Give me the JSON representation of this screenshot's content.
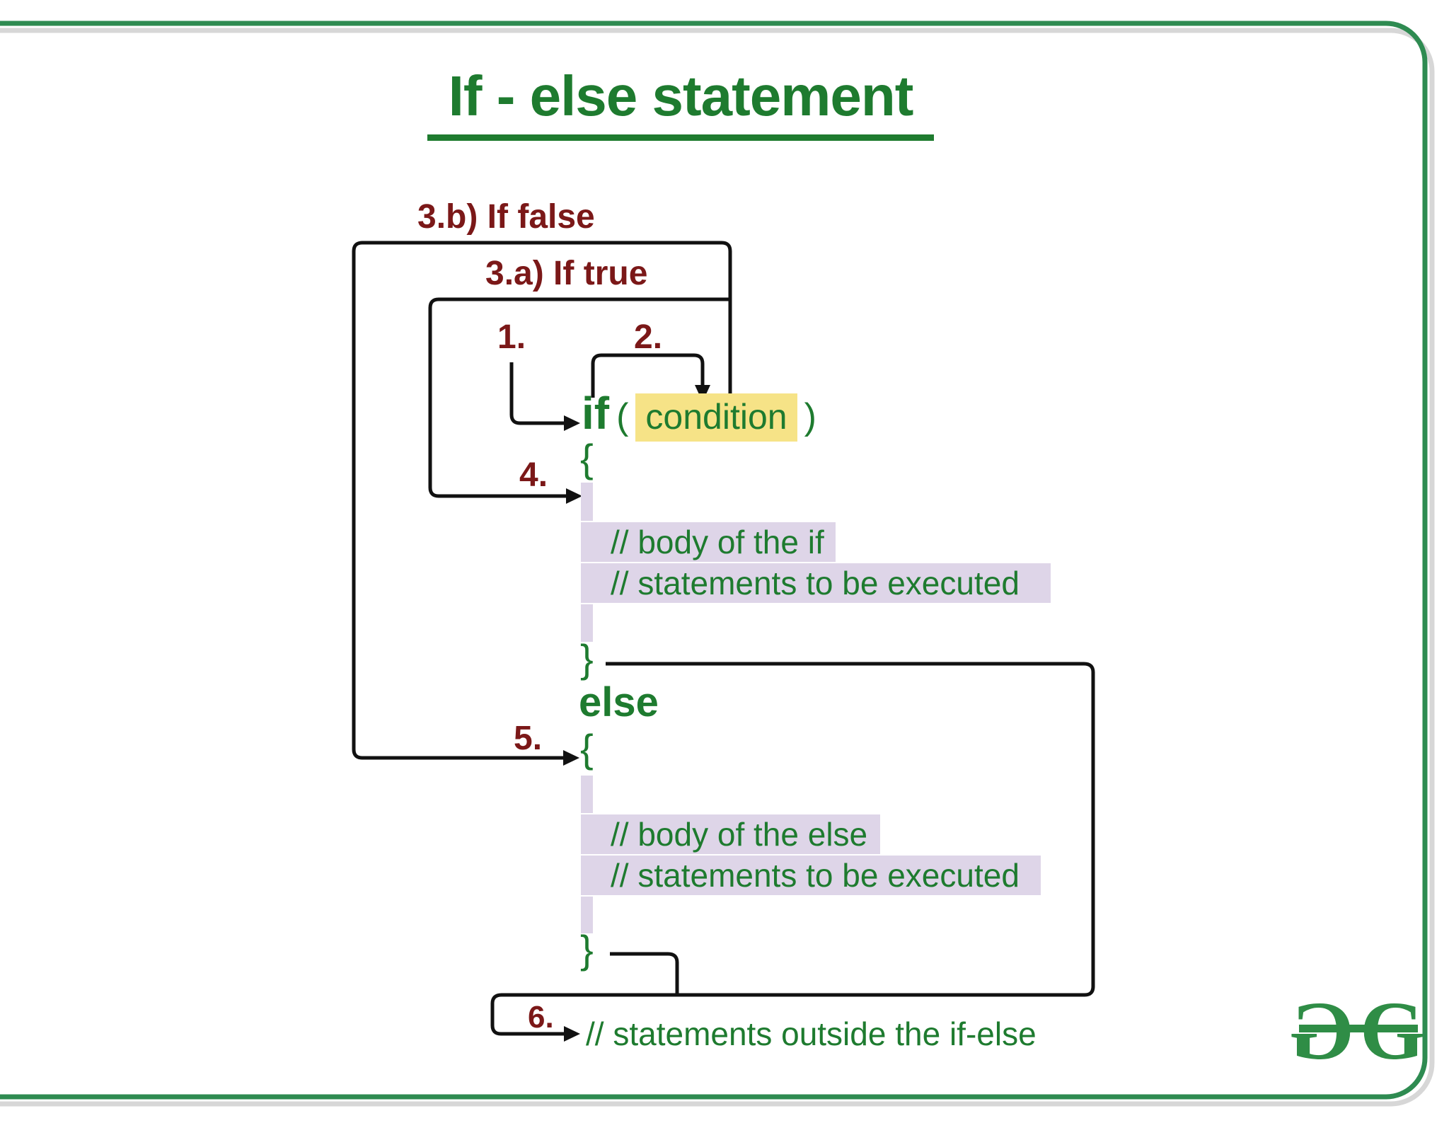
{
  "slide": {
    "title": "If - else statement",
    "labels": {
      "step1": "1.",
      "step2": "2.",
      "step3a": "3.a) If true",
      "step3b": "3.b) If false",
      "step4": "4.",
      "step5": "5.",
      "step6": "6."
    },
    "code": {
      "if_keyword": "if",
      "paren_open": "(",
      "condition": "condition",
      "paren_close": ")",
      "if_brace_open": "{",
      "if_brace_close": "}",
      "else_keyword": "else",
      "else_brace_open": "{",
      "else_brace_close": "}",
      "if_body_comment": "// body of the if",
      "if_statements_comment": "// statements to be executed",
      "else_body_comment": "// body of the else",
      "else_statements_comment": "// statements to be executed",
      "outside_comment": "// statements outside the if-else"
    },
    "logo": {
      "letter_left": "G",
      "letter_right": "G"
    },
    "colors": {
      "green_text": "#1e7b2f",
      "maroon_label": "#7b1818",
      "yellow_highlight": "#f6e387",
      "lavender_highlight": "#ded5e8",
      "connector_black": "#111111",
      "border_green": "#2e8b51",
      "border_shadow_gray": "#d7d7d7",
      "logo_green": "#2f8d46"
    }
  }
}
